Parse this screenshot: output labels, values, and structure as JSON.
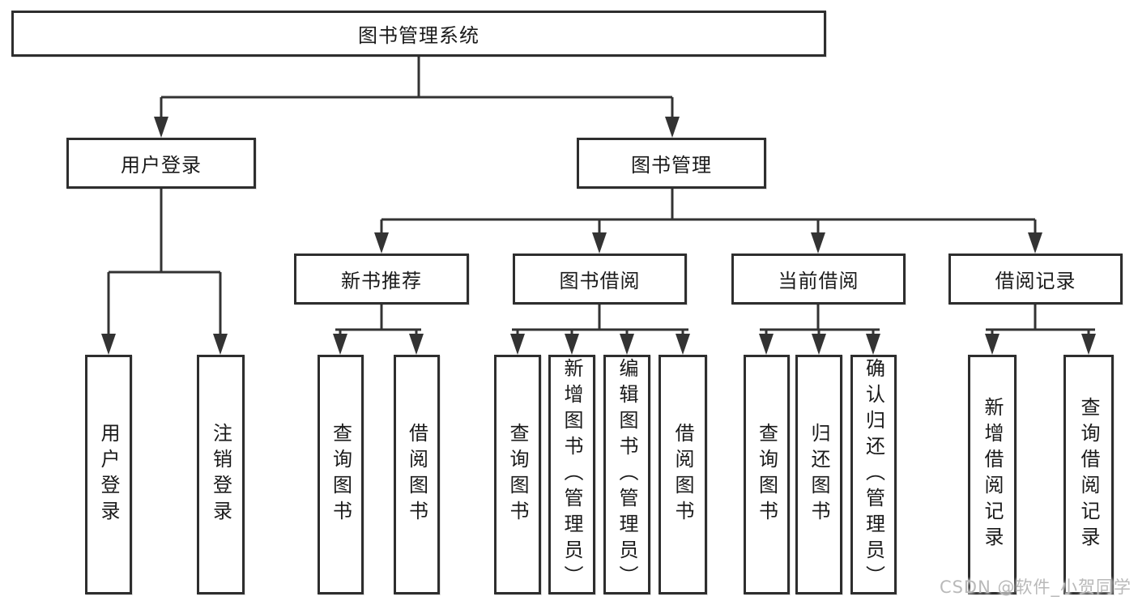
{
  "diagram": {
    "title": "图书管理系统",
    "branches": [
      {
        "label": "用户登录",
        "children": [
          {
            "label": "用户登录"
          },
          {
            "label": "注销登录"
          }
        ]
      },
      {
        "label": "图书管理",
        "children": [
          {
            "label": "新书推荐",
            "children": [
              {
                "label": "查询图书"
              },
              {
                "label": "借阅图书"
              }
            ]
          },
          {
            "label": "图书借阅",
            "children": [
              {
                "label": "查询图书"
              },
              {
                "label": "新增图书（管理员）"
              },
              {
                "label": "编辑图书（管理员）"
              },
              {
                "label": "借阅图书"
              }
            ]
          },
          {
            "label": "当前借阅",
            "children": [
              {
                "label": "查询图书"
              },
              {
                "label": "归还图书"
              },
              {
                "label": "确认归还（管理员）"
              }
            ]
          },
          {
            "label": "借阅记录",
            "children": [
              {
                "label": "新增借阅记录"
              },
              {
                "label": "查询借阅记录"
              }
            ]
          }
        ]
      }
    ]
  },
  "watermark": "CSDN @软件_小贺同学",
  "colors": {
    "line": "#333333",
    "box_border": "#2e2e2e",
    "text": "#1a1a1a",
    "watermark": "#b9b9b9",
    "background": "#ffffff"
  }
}
